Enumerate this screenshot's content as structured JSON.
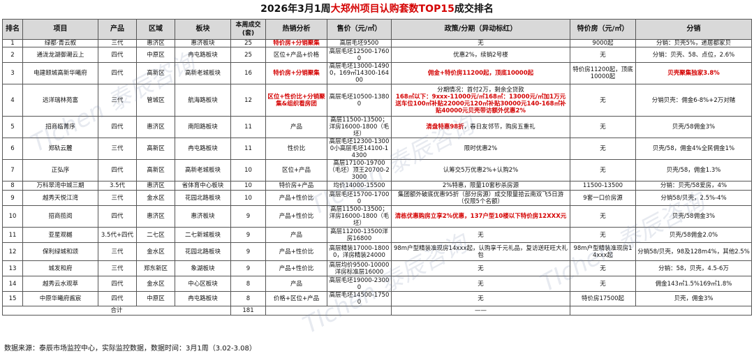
{
  "title": {
    "prefix": "2026年3月1周",
    "highlight": "大郑州项目认购套数TOP15",
    "suffix": "成交排名"
  },
  "headers": {
    "rank": "排名",
    "project": "项目",
    "product": "产品",
    "area": "区域",
    "block": "板块",
    "weekly_sales": "本周成交\n(套)",
    "hot": "热销分析",
    "price": "售价（元/㎡）",
    "policy": "政策/分期（异动标红）",
    "special": "特价房（元/㎡）",
    "commission": "分销"
  },
  "rows": [
    {
      "rank": "1",
      "project": "绿都·青云叙",
      "product": "三代",
      "area": "惠济区",
      "block": "惠济板块",
      "sales": "25",
      "hot": "特价房+分销聚集",
      "hot_red": true,
      "price": "高层毛坯9500",
      "policy": "无",
      "policy_red": false,
      "special": "9000起",
      "commission": "分销：贝壳5%，递居都家贝",
      "commission_red": false
    },
    {
      "rank": "2",
      "project": "通泷龙湖御潮云上",
      "product": "四代",
      "area": "中原区",
      "block": "冉屯路板块",
      "sales": "25",
      "hot": "区位+产品+价格",
      "hot_red": false,
      "price": "高层毛坯12500-17600",
      "policy": "优惠2%，续销2号楼",
      "policy_red": false,
      "special": "无",
      "commission": "分销：贝壳、58、点位，2.6%",
      "commission_red": false
    },
    {
      "rank": "3",
      "project": "电建颐城高新华曦府",
      "product": "四代",
      "area": "高新区",
      "block": "高新老城板块",
      "sales": "16",
      "hot": "特价房+分销聚集",
      "hot_red": true,
      "price": "高层毛坯13000-14900，169㎡14300-16400",
      "policy": "佣金+特价房11200起，顶底10000起",
      "policy_red": true,
      "special": "特价房11200起，顶底10000起",
      "commission": "贝壳聚集独家3.8%",
      "commission_red": true
    },
    {
      "rank": "4",
      "project": "远洋瑞林苑富",
      "product": "三代",
      "area": "管城区",
      "block": "航海路板块",
      "sales": "12",
      "hot": "区位+性价比+分销聚集&组织看房团",
      "hot_red": "partial",
      "price": "高层毛坯10500-13800",
      "policy_black": "分期情况：首付2万，剩余全贷款",
      "policy": "168㎡以下：9xxx-11000元/㎡168㎡：13000元/㎡加1万元送车位100㎡补贴22000元120㎡补贴30000元140-168㎡补贴40000元贝壳带访额外优惠2%",
      "policy_red": true,
      "special": "无",
      "commission": "分销贝壳：佣金6-8%+2万对赌",
      "commission_red": false
    },
    {
      "rank": "5",
      "project": "招商临菁序",
      "product": "四代",
      "area": "惠济区",
      "block": "南阳路板块",
      "sales": "11",
      "hot": "产品",
      "hot_red": false,
      "price": "高层11500-13500；洋房16000-1800（毛坯）",
      "policy_prefix": "清盘特惠98折",
      "policy": "，春日友邻节，购房五重礼",
      "policy_red": "prefix",
      "special": "无",
      "commission": "贝壳/58佣金3%",
      "commission_red": false
    },
    {
      "rank": "6",
      "project": "郑轨云麓",
      "product": "三代",
      "area": "高新区",
      "block": "冉屯路板块",
      "sales": "11",
      "hot": "性价比",
      "hot_red": false,
      "price": "高层毛坯12300-13000小高层毛坯14100-14300",
      "policy": "限时优惠2%",
      "policy_red": false,
      "special": "无",
      "commission": "贝壳/58，佣金4%全民佣金1%",
      "commission_red": false
    },
    {
      "rank": "7",
      "project": "正弘序",
      "product": "四代",
      "area": "高新区",
      "block": "高新老城板块",
      "sales": "10",
      "hot": "区位+产品",
      "hot_red": false,
      "price": "高层17100-19700（毛坯）顶王20700-23000",
      "policy": "认筹交5万优惠2%+认购2%",
      "policy_red": false,
      "special": "无",
      "commission": "贝壳/58，佣金1.3%",
      "commission_red": false
    },
    {
      "rank": "8",
      "project": "万科翠湾中城三期",
      "product": "3.5代",
      "area": "惠济区",
      "block": "省体育中心板块",
      "sales": "10",
      "hot": "特价房+产品",
      "hot_red": false,
      "price": "均价14000-15500",
      "policy": "2%特惠，限量10套秒杀房源",
      "policy_red": false,
      "special": "11500-13500",
      "commission": "分销：贝壳/58爱房，4%",
      "commission_red": false
    },
    {
      "rank": "9",
      "project": "越秀天悦江湾",
      "product": "三代",
      "area": "金水区",
      "block": "花园北路板块",
      "sales": "10",
      "hot": "产品+性价比",
      "hot_red": false,
      "price": "高层毛坯15700-17000",
      "policy": "集团额外破底优惠95折（部分房源）成交限量拾云南双飞5日游（仅限5个名额）",
      "policy_red": false,
      "special": "9套一口价房源",
      "commission": "分销58/贝壳，2.5%-4%",
      "commission_red": false
    },
    {
      "rank": "10",
      "project": "招商揽阅",
      "product": "四代",
      "area": "惠济区",
      "block": "惠济板块",
      "sales": "9",
      "hot": "产品+性价比",
      "hot_red": false,
      "price": "高层11500-13500；洋房16000-1800（毛坯）",
      "policy": "清栋优惠购房立享2%优惠，137户型10楼以下特价房12XXX元",
      "policy_red": true,
      "special": "无",
      "commission": "贝壳/58佣金3%",
      "commission_red": false
    },
    {
      "rank": "11",
      "project": "亚星观樾",
      "product": "3.5代+四代",
      "area": "二七区",
      "block": "二七新城板块",
      "sales": "9",
      "hot": "产品",
      "hot_red": false,
      "price": "高层11200-13500洋房16800",
      "policy": "无",
      "policy_red": false,
      "special": "无",
      "commission": "贝壳/58佣金2.0%",
      "commission_red": false
    },
    {
      "rank": "12",
      "project": "保利绿城和颂",
      "product": "三代",
      "area": "金水区",
      "block": "花园北路板块",
      "sales": "9",
      "hot": "产品+性价比",
      "hot_red": false,
      "price": "高层精装17000-18000，洋房精装24000",
      "policy": "98m户型精装准现房14xxx起，认购享千元礼品，复访送旺旺大礼包",
      "policy_red": false,
      "special": "98m户型精装准现房14xxx起",
      "commission": "分销58/贝壳，98及128m4%，其他2.5%",
      "commission_red": false
    },
    {
      "rank": "13",
      "project": "城发和府",
      "product": "三代",
      "area": "郑东新区",
      "block": "象湖板块",
      "sales": "9",
      "hot": "产品+性价比",
      "hot_red": false,
      "price": "高层均价9500-10000洋房标准层16000",
      "policy": "无",
      "policy_red": false,
      "special": "无",
      "commission": "分销：58，贝壳，4.5-6万",
      "commission_red": false
    },
    {
      "rank": "14",
      "project": "越秀云水观萃",
      "product": "四代",
      "area": "金水区",
      "block": "中心区板块",
      "sales": "8",
      "hot": "产品",
      "hot_red": false,
      "price": "高层毛坯19000-23000",
      "policy": "无",
      "policy_red": false,
      "special": "无",
      "commission": "佣金143㎡1.5%169㎡1.8%",
      "commission_red": false
    },
    {
      "rank": "15",
      "project": "中原华曦府酱宸",
      "product": "四代",
      "area": "中原区",
      "block": "冉屯路板块",
      "sales": "8",
      "hot": "价格+区位+产品",
      "hot_red": false,
      "price": "高层毛坯14500-17500",
      "policy": "无",
      "policy_red": false,
      "special": "特价房17500起",
      "commission": "贝壳，佣金3%",
      "commission_red": false
    }
  ],
  "total": {
    "label": "合计",
    "value": "181",
    "policy": "——"
  },
  "footer": "数据来源：泰辰市场监控中心，实际监控数据，数据时间：3月1周（3.02-3.08）",
  "watermark": "TIchen 泰辰咨询",
  "colors": {
    "header_bg": "#d9d9d9",
    "accent_red": "#d40000"
  }
}
